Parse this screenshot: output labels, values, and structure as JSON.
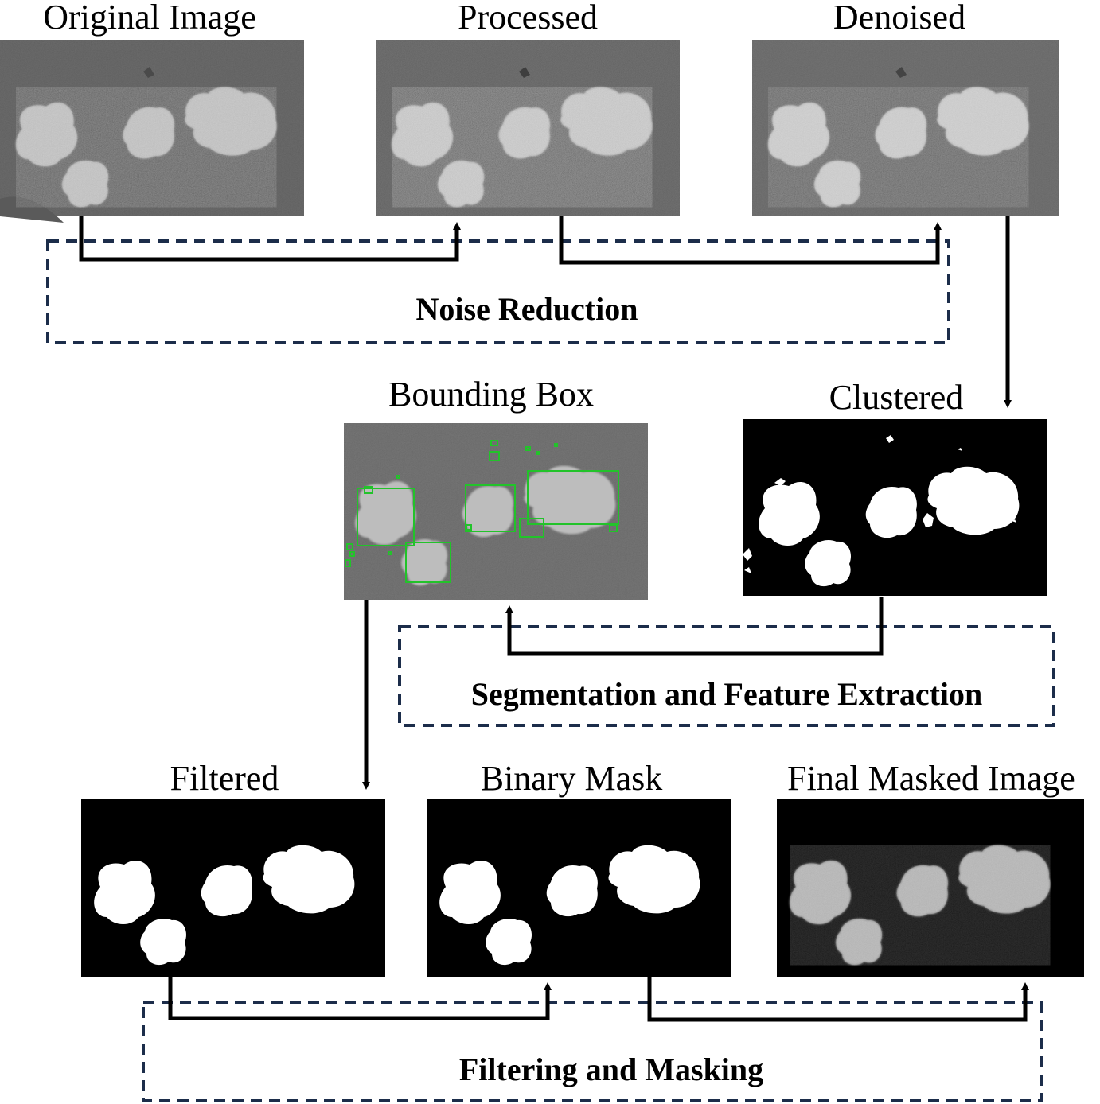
{
  "panels": {
    "original": "Original Image",
    "processed": "Processed",
    "denoised": "Denoised",
    "bounding_box": "Bounding Box",
    "clustered": "Clustered",
    "filtered": "Filtered",
    "binary_mask": "Binary Mask",
    "final": "Final Masked Image"
  },
  "groups": {
    "noise_reduction": "Noise Reduction",
    "segmentation": "Segmentation and Feature Extraction",
    "filtering": "Filtering and Masking"
  },
  "colors": {
    "group_border": "#1c2d4a",
    "bbox_stroke": "#22c32a",
    "arrow": "#000000"
  }
}
